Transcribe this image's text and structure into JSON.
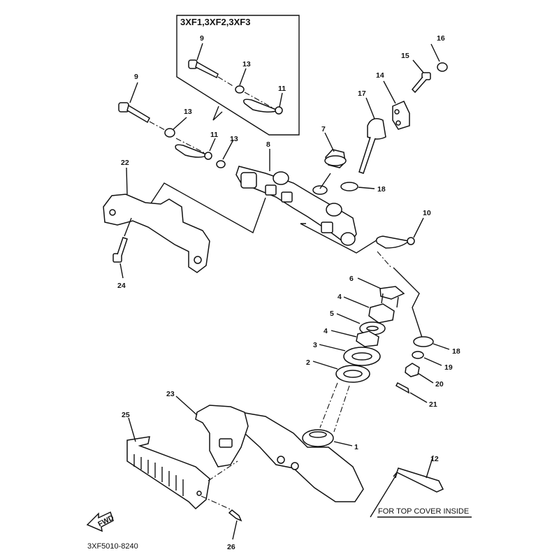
{
  "diagram": {
    "inset_title": "3XF1,3XF2,3XF3",
    "note_text": "FOR TOP COVER INSIDE",
    "fwd_label": "FWD",
    "drawing_code": "3XF5010-8240",
    "labels": {
      "p1": "1",
      "p2": "2",
      "p3": "3",
      "p4a": "4",
      "p4b": "4",
      "p5": "5",
      "p6": "6",
      "p7": "7",
      "p8": "8",
      "p9a": "9",
      "p9b": "9",
      "p10": "10",
      "p11a": "11",
      "p11b": "11",
      "p12": "12",
      "p13a": "13",
      "p13b": "13",
      "p13c": "13",
      "p14": "14",
      "p15": "15",
      "p16": "16",
      "p17": "17",
      "p18a": "18",
      "p18b": "18",
      "p19": "19",
      "p20": "20",
      "p21": "21",
      "p22": "22",
      "p23": "23",
      "p24": "24",
      "p25": "25",
      "p26": "26"
    }
  }
}
